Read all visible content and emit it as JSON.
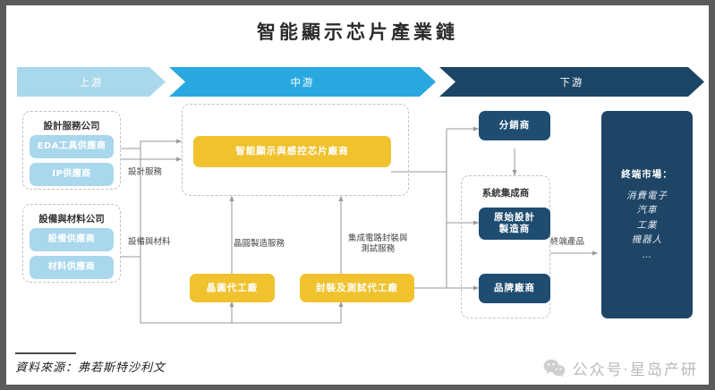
{
  "title": "智能顯示芯片產業鏈",
  "banner": {
    "upstream": "上游",
    "midstream": "中游",
    "downstream": "下游"
  },
  "upstream": {
    "design_group": {
      "title": "設計服務公司",
      "items": [
        "EDA工具供應商",
        "IP供應商"
      ]
    },
    "equip_group": {
      "title": "設備與材料公司",
      "items": [
        "設備供應商",
        "材料供應商"
      ]
    }
  },
  "midstream": {
    "chip_maker": "智能顯示與感控芯片廠商",
    "foundry": "晶圓代工廠",
    "packaging": "封裝及測試代工廠"
  },
  "downstream": {
    "distributor": "分銷商",
    "integrator_group": {
      "title": "系統集成商",
      "items": [
        "原始設計\n製造商",
        "品牌廠商"
      ]
    },
    "end_market": {
      "heading": "終端市場：",
      "items": [
        "消費電子",
        "汽車",
        "工業",
        "機器人",
        "…"
      ]
    }
  },
  "flow_labels": {
    "design_service": "設計服務",
    "equipment_materials": "設備與材料",
    "wafer_manufacturing": "晶圓製造服務",
    "ic_packaging_testing": "集成電路封裝與\n測試服務",
    "end_product": "終端產品"
  },
  "footer": {
    "source": "資料來源：弗若斯特沙利文",
    "watermark": "公众号·星岛产研",
    "watermark_icon": "wechat-icon"
  },
  "colors": {
    "upstream": "#a9d7ec",
    "midstream": "#29a8e0",
    "downstream": "#1b4566",
    "accent_yellow": "#efc22e",
    "navy": "#1f4d72",
    "wire": "#9a9a9a"
  }
}
